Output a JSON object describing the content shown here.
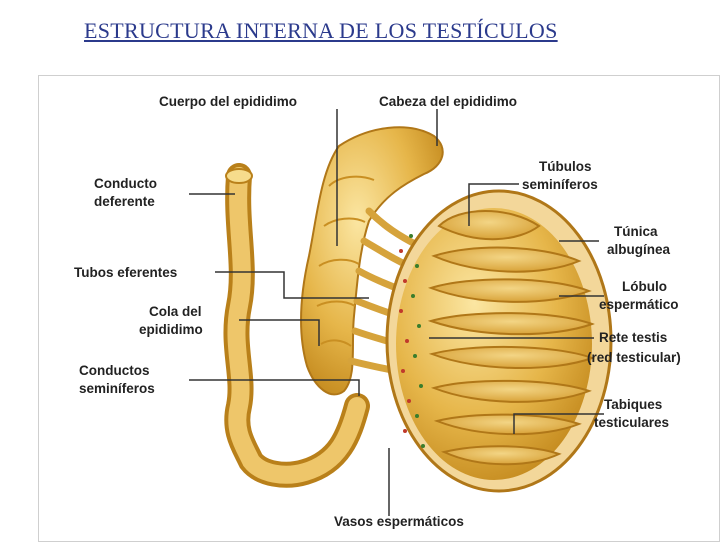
{
  "title": "ESTRUCTURA INTERNA DE LOS TESTÍCULOS",
  "diagram": {
    "labels": {
      "cuerpo_epididimo": "Cuerpo del epididimo",
      "cabeza_epididimo": "Cabeza del epididimo",
      "conducto_deferente_1": "Conducto",
      "conducto_deferente_2": "deferente",
      "tubulos_seminiferos_1": "Túbulos",
      "tubulos_seminiferos_2": "seminíferos",
      "tunica_1": "Túnica",
      "tunica_2": "albugínea",
      "tubos_eferentes": "Tubos eferentes",
      "lobulo_1": "Lóbulo",
      "lobulo_2": "espermático",
      "cola_1": "Cola del",
      "cola_2": "epididimo",
      "rete_1": "Rete testis",
      "rete_2": "(red testicular)",
      "conductos_seminiferos_1": "Conductos",
      "conductos_seminiferos_2": "seminíferos",
      "tabiques_1": "Tabiques",
      "tabiques_2": "testiculares",
      "vasos": "Vasos espermáticos"
    },
    "colors": {
      "tissue": "#e6b64a",
      "tissue_light": "#f6dc8c",
      "tissue_dark": "#c98f22",
      "albuginea": "#f3d79a",
      "leader_line": "#333333"
    }
  }
}
